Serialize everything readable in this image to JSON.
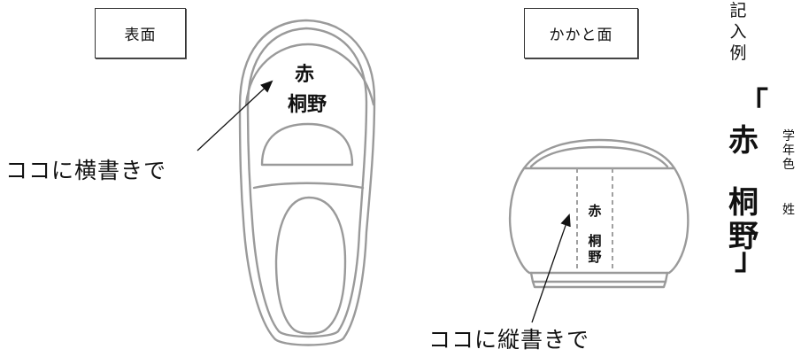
{
  "labels": {
    "front": "表面",
    "heel": "かかと面"
  },
  "captions": {
    "horizontal": "ココに横書きで",
    "vertical": "ココに縦書きで"
  },
  "front_shoe": {
    "color": "赤",
    "name": "桐野"
  },
  "heel_shoe": {
    "color": "赤",
    "name": "桐野"
  },
  "legend": {
    "title": "記入例",
    "bracket_open": "「",
    "color": "赤",
    "grade_row": "学年色",
    "name": "桐野",
    "surname_label": "姓",
    "bracket_close": "」"
  },
  "colors": {
    "sketch_line": "#9a9a9a",
    "dashed_line": "#a0a0a0",
    "text": "#111111"
  }
}
